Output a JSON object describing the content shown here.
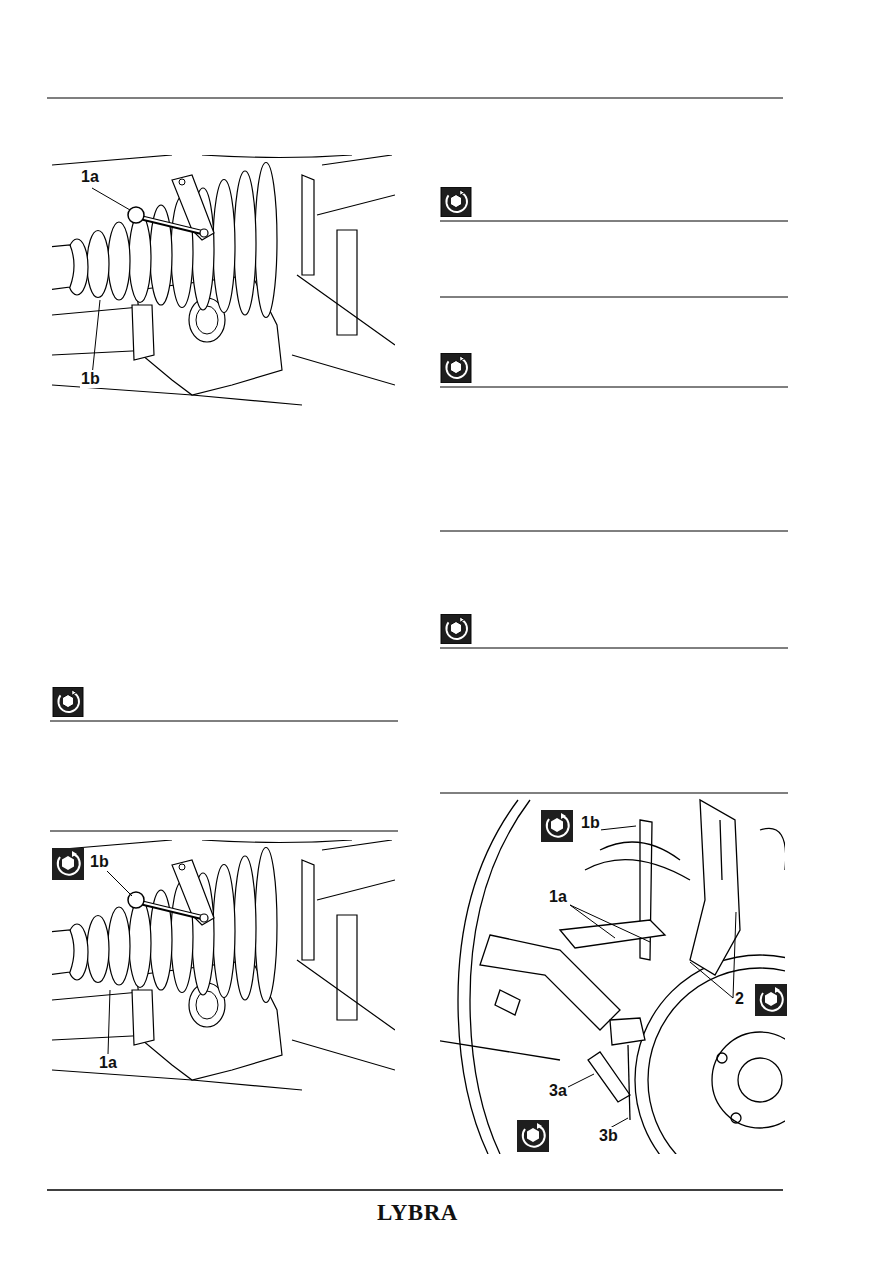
{
  "diagram": {
    "labels": [
      "1a",
      "1b",
      "1b",
      "1a",
      "1b",
      "1a",
      "2",
      "3a",
      "3b",
      "LYBRA"
    ]
  }
}
